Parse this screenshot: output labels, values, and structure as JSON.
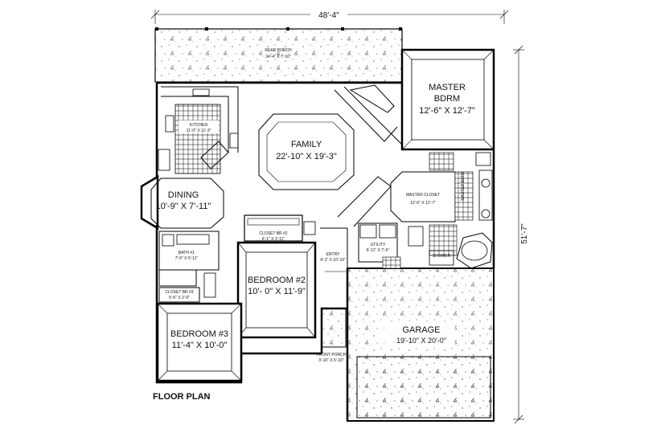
{
  "dimensions": {
    "width": "48'-4\"",
    "depth": "51'-7\""
  },
  "plan_title": "FLOOR PLAN",
  "rooms": {
    "rear_porch": {
      "name": "REAR PORCH",
      "size": "34'-4\" X 7'-10\""
    },
    "master": {
      "name1": "MASTER",
      "name2": "BDRM",
      "size": "12'-6\" X 12'-7\""
    },
    "kitchen": {
      "name": "KITCHEN",
      "size": "11'-0\" X 11'-3\""
    },
    "family": {
      "name": "FAMILY",
      "size": "22'-10\" X 19'-3\""
    },
    "dining": {
      "name": "DINING",
      "size": "10'-9\" X 7'-11\""
    },
    "master_closet": {
      "name": "MASTER CLOSET",
      "size": "12'-6\" X 12'-7\""
    },
    "master_bath": {
      "name": "MASTER BATH"
    },
    "bath1": {
      "name": "BATH #1",
      "size": "7'-0\" X 5'-11\""
    },
    "closet_br3": {
      "name": "CLOSET BR #3",
      "size": "5'-6\" X 2'-0\""
    },
    "closet_br2": {
      "name": "CLOSET BR #2",
      "size": "6'-1\" X 3'-11\""
    },
    "bedroom2": {
      "name": "BEDROOM #2",
      "size": "10'- 0\" X 11'-9\""
    },
    "bedroom3": {
      "name": "BEDROOM #3",
      "size": "11'-4\" X 10'-0\""
    },
    "entry": {
      "name": "ENTRY",
      "size": "4'-1\" X 10'-10\""
    },
    "utility": {
      "name": "UTILITY",
      "size": "6'-11\" X 7'-6\""
    },
    "garage": {
      "name": "GARAGE",
      "size": "19'-10\" X 20'-0\""
    },
    "front_porch": {
      "name": "FRONT PORCH",
      "size": "3'-10\" X 5'-10\""
    },
    "shower": {
      "name": "SHOWER"
    }
  }
}
